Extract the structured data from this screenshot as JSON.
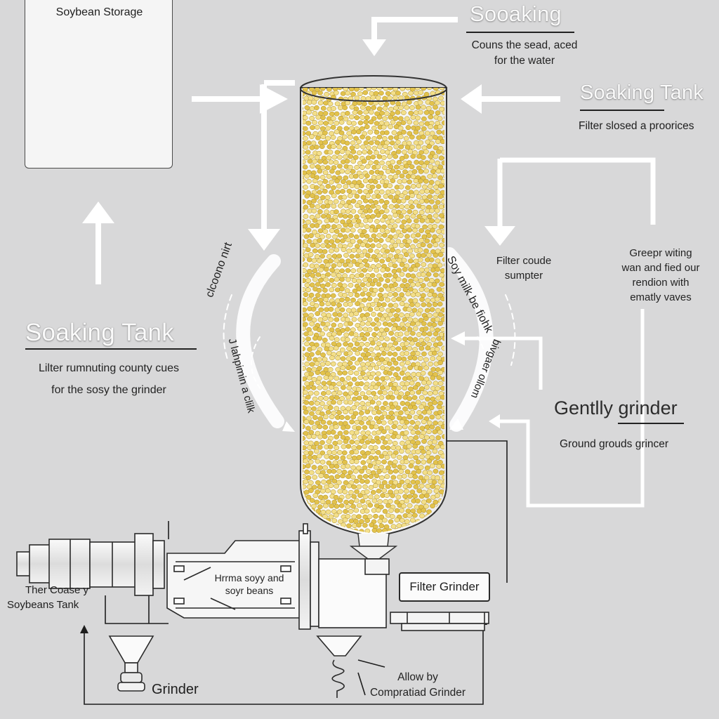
{
  "colors": {
    "background": "#d8d8d9",
    "beans": "#e2c24c",
    "bean_light": "#f3df8a",
    "line": "#1e1e1e",
    "arrow_white": "#ffffff"
  },
  "storage": {
    "title": "Soybean Storage"
  },
  "top": {
    "title": "Sooaking",
    "lines": [
      "Couns the sead, aced",
      "for the water"
    ]
  },
  "tank_right": {
    "title": "Soaking Tank",
    "line": "Filter slosed a proorices"
  },
  "tank_left": {
    "title": "Soaking Tank",
    "lines": [
      "Lilter rumnuting county cues",
      "for the sosy the grinder"
    ]
  },
  "filter_note": {
    "lines": [
      "Filter coude",
      "sumpter"
    ]
  },
  "right_note": {
    "lines": [
      "Greepr witing",
      "wan and fied our",
      "rendion with",
      "ematly vaves"
    ]
  },
  "gentle": {
    "title": "Gentlly grinder",
    "line": "Ground grouds grincer"
  },
  "curved_left": {
    "outer": "clcoono nirt",
    "inner": "J lahpimin a clilk"
  },
  "curved_right": {
    "outer": "Soy milk be fiohk",
    "inner": "bivgaer ollom"
  },
  "machine": {
    "body_lines": [
      "Hrrma soyy and",
      "soyr beans"
    ],
    "filter_box": "Filter Grinder",
    "left_lines": [
      "Ther Coase y",
      "Soybeans Tank"
    ]
  },
  "bottom": {
    "grinder": "Grinder",
    "allow_lines": [
      "Allow by",
      "Compratiad Grinder"
    ]
  }
}
